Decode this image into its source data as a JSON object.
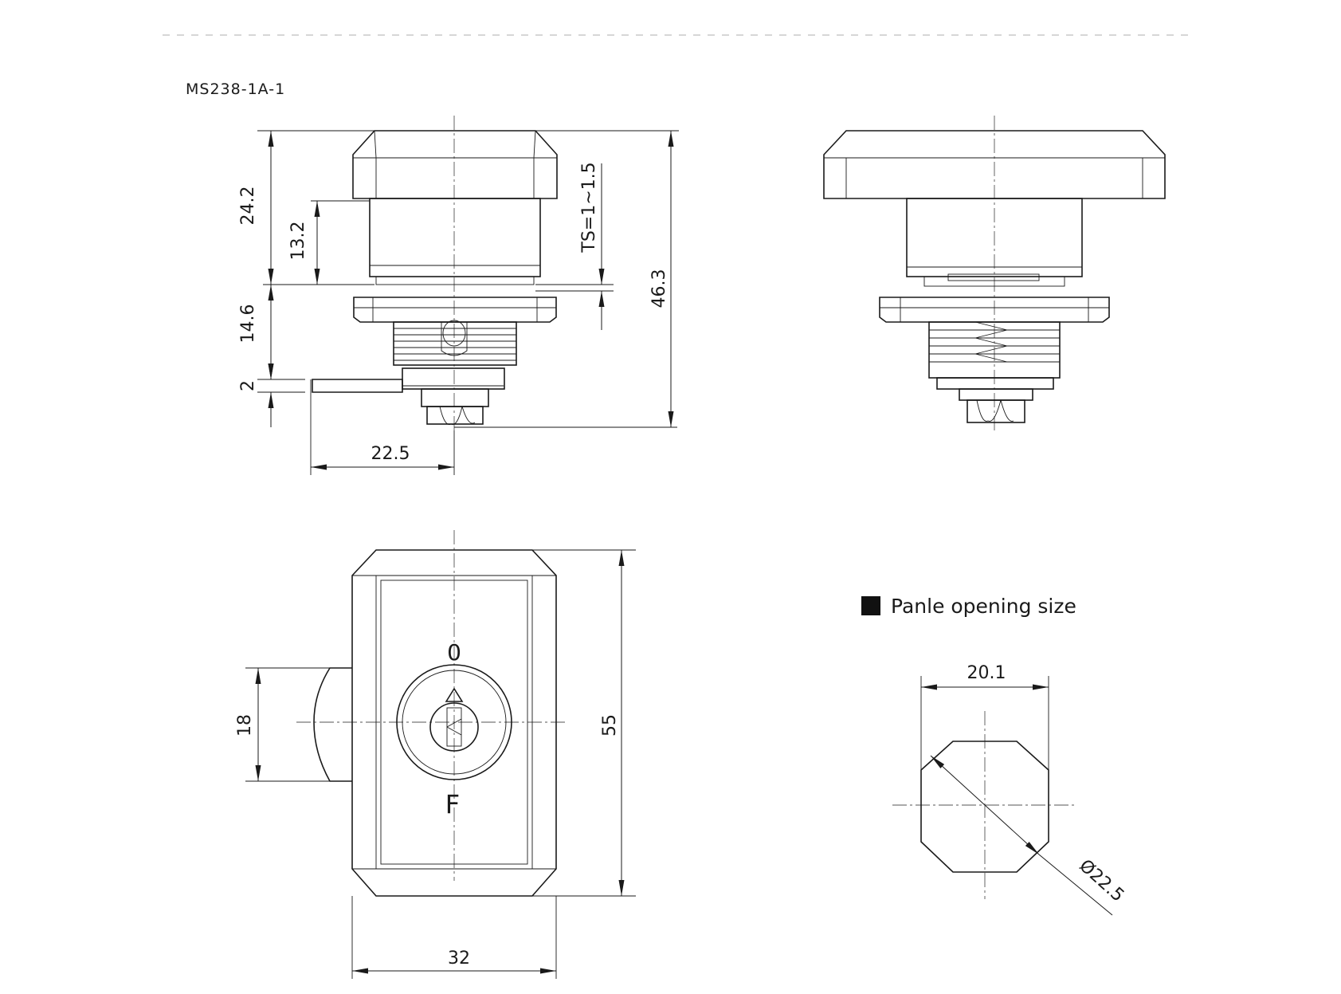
{
  "drawing": {
    "model": "MS238-1A-1",
    "panel_label": "Panle opening size",
    "key_marks": {
      "top": "0",
      "bottom": "F"
    },
    "dimensions": {
      "top_height": "24.2",
      "body_height": "13.2",
      "panel_thickness": "TS=1~1.5",
      "total_height": "46.3",
      "thread_height": "14.6",
      "cam_thickness": "2",
      "cam_length": "22.5",
      "front_height": "55",
      "front_width": "32",
      "cam_width": "18",
      "opening_flat": "20.1",
      "opening_diameter": "Ø22.5"
    }
  }
}
